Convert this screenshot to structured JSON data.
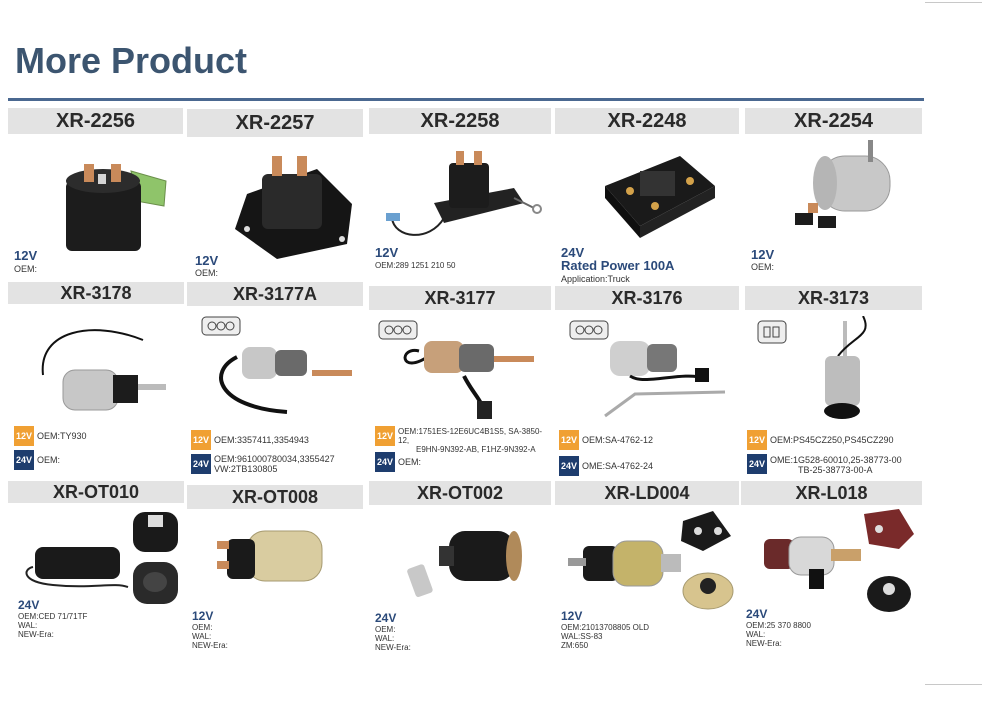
{
  "page": {
    "title": "More Product"
  },
  "rows": [
    [
      {
        "code": "XR-2256",
        "voltage": "12V",
        "lines": [
          "OEM:"
        ]
      },
      {
        "code": "XR-2257",
        "voltage": "12V",
        "lines": [
          "OEM:"
        ]
      },
      {
        "code": "XR-2258",
        "voltage": "12V",
        "lines": [
          "OEM:289 1251 210 50"
        ]
      },
      {
        "code": "XR-2248",
        "voltage": "24V",
        "extra": "Rated Power 100A",
        "lines": [
          "Application:Truck"
        ]
      },
      {
        "code": "XR-2254",
        "voltage": "12V",
        "lines": [
          "OEM:"
        ]
      }
    ],
    [
      {
        "code": "XR-3178",
        "v12": [
          "OEM:TY930"
        ],
        "v24": [
          "OEM:"
        ]
      },
      {
        "code": "XR-3177A",
        "v12": [
          "OEM:3357411,3354943"
        ],
        "v24": [
          "OEM:961000780034,3355427",
          "VW:2TB130805"
        ]
      },
      {
        "code": "XR-3177",
        "v12": [
          "OEM:1751ES-12E6UC4B1S5, SA-3850-12,",
          "E9HN-9N392-AB, F1HZ-9N392-A"
        ],
        "v24": [
          "OEM:"
        ]
      },
      {
        "code": "XR-3176",
        "v12": [
          "OEM:SA-4762-12"
        ],
        "v24": [
          "OME:SA-4762-24"
        ]
      },
      {
        "code": "XR-3173",
        "v12": [
          "OEM:PS45CZ250,PS45CZ290"
        ],
        "v24": [
          "OME:1G528-60010,25-38773-00",
          "TB-25-38773-00-A"
        ]
      }
    ],
    [
      {
        "code": "XR-OT010",
        "voltage": "24V",
        "lines": [
          "OEM:CED 71/71TF",
          "WAL:",
          "NEW-Era:"
        ]
      },
      {
        "code": "XR-OT008",
        "voltage": "12V",
        "lines": [
          "OEM:",
          "WAL:",
          "NEW-Era:"
        ]
      },
      {
        "code": "XR-OT002",
        "voltage": "24V",
        "lines": [
          "OEM:",
          "WAL:",
          "NEW-Era:"
        ]
      },
      {
        "code": "XR-LD004",
        "voltage": "12V",
        "lines": [
          "OEM:21013708805 OLD",
          "WAL:SS-83",
          "ZM:650"
        ]
      },
      {
        "code": "XR-L018",
        "voltage": "24V",
        "lines": [
          "OEM:25 370 8800",
          "WAL:",
          "NEW-Era:"
        ]
      }
    ]
  ],
  "badges": {
    "v12": "12V",
    "v24": "24V"
  }
}
